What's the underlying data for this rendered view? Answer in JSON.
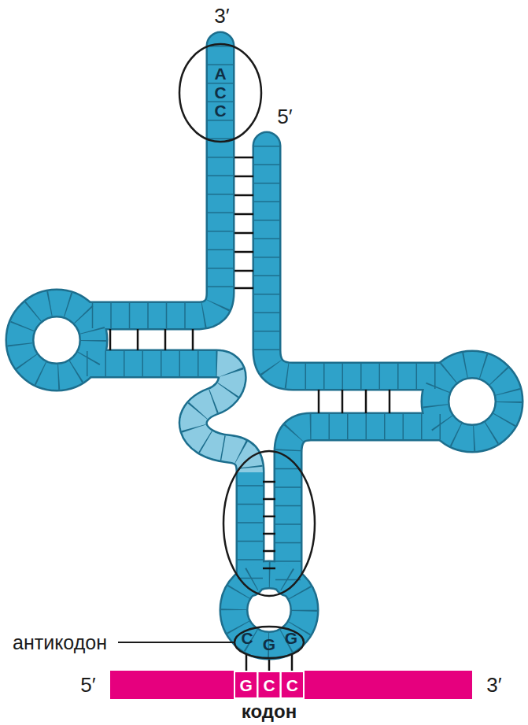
{
  "diagram": {
    "labels": [
      "3′",
      "A",
      "C",
      "C",
      "5′",
      "антикодон",
      "C",
      "G",
      "G",
      "5′",
      "G",
      "C",
      "C",
      "3′",
      "кодон"
    ]
  }
}
